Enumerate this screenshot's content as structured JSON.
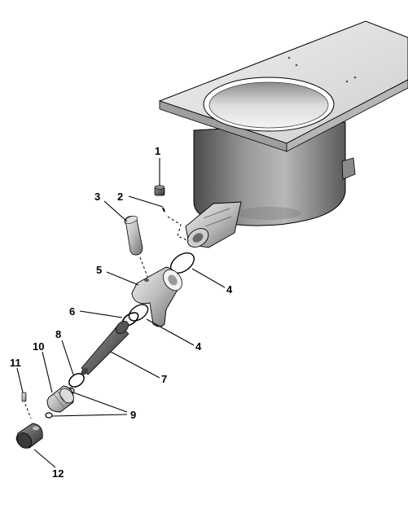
{
  "callouts": [
    "1",
    "2",
    "3",
    "4",
    "5",
    "6",
    "4",
    "7",
    "8",
    "9",
    "10",
    "11",
    "12"
  ],
  "colors": {
    "line": "#000000",
    "steel_light": "#e6e6e6",
    "steel_mid": "#b4b4b4",
    "steel_dark": "#5a5a5a",
    "background": "#ffffff"
  }
}
